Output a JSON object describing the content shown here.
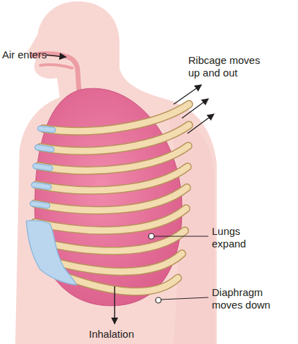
{
  "diagram": {
    "labels": [
      "Air enters",
      "Ribcage moves up and out",
      "Lungs expand",
      "Diaphragm moves down",
      "Inhalation"
    ]
  }
}
